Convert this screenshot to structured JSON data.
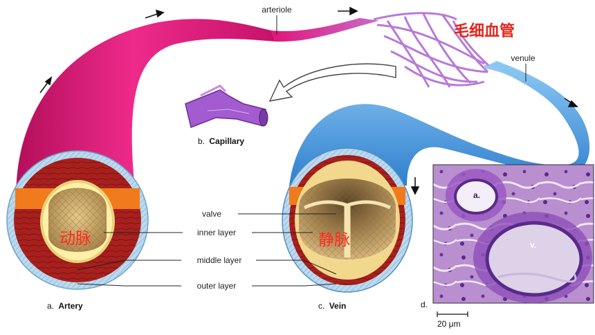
{
  "labels": {
    "arteriole": "arteriole",
    "venule": "venule",
    "valve": "valve",
    "inner_layer": "inner layer",
    "middle_layer": "middle layer",
    "outer_layer": "outer layer"
  },
  "captions": {
    "artery_letter": "a.",
    "artery_name": "Artery",
    "capillary_letter": "b.",
    "capillary_name": "Capillary",
    "vein_letter": "c.",
    "vein_name": "Vein",
    "micrograph_letter": "d."
  },
  "chinese": {
    "capillary": "毛细血管",
    "artery": "动脉",
    "vein": "静脉"
  },
  "micrograph": {
    "artery_mark": "a.",
    "vein_mark": "v.",
    "scale": "20 μm"
  },
  "colors": {
    "artery": "#e5157a",
    "vein": "#4fa3e6",
    "capillary": "#b87ad8",
    "chinese_text": "#e8231a"
  }
}
